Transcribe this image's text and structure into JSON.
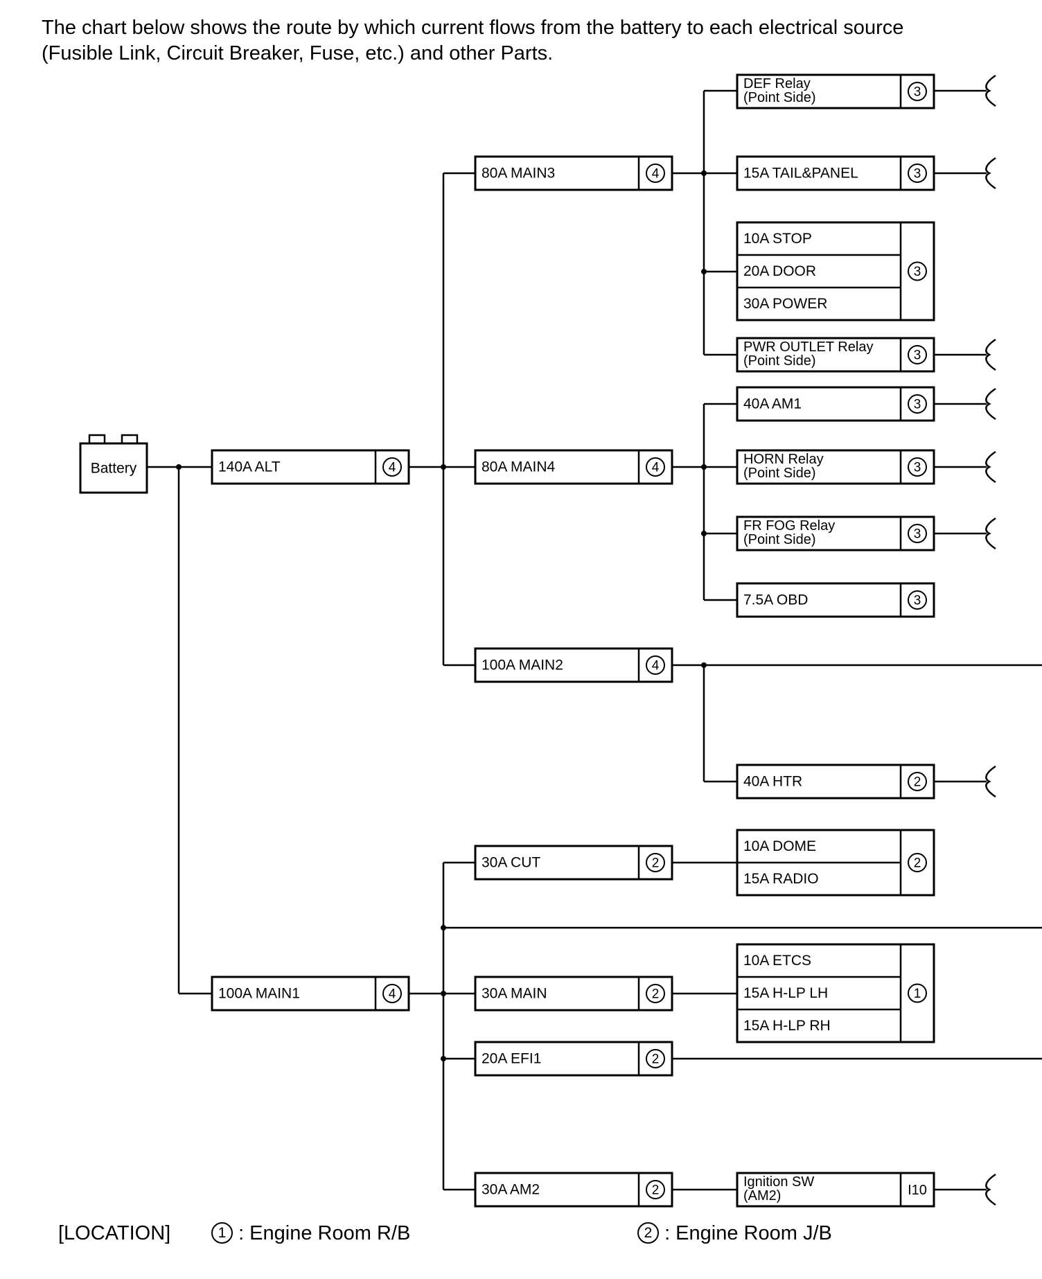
{
  "intro": {
    "line1": "The chart below shows the route by which current flows from the battery to each electrical source",
    "line2": "(Fusible Link, Circuit Breaker, Fuse, etc.) and other Parts."
  },
  "battery": {
    "label": "Battery"
  },
  "main_links": [
    {
      "id": "alt",
      "label": "140A ALT",
      "location": "4"
    },
    {
      "id": "main1",
      "label": "100A MAIN1",
      "location": "4"
    }
  ],
  "second_links": [
    {
      "id": "main3",
      "label": "80A MAIN3",
      "location": "4"
    },
    {
      "id": "main4",
      "label": "80A MAIN4",
      "location": "4"
    },
    {
      "id": "main2",
      "label": "100A MAIN2",
      "location": "4"
    },
    {
      "id": "cut",
      "label": "30A CUT",
      "location": "2"
    },
    {
      "id": "main",
      "label": "30A MAIN",
      "location": "2"
    },
    {
      "id": "efi1",
      "label": "20A EFI1",
      "location": "2"
    },
    {
      "id": "am2",
      "label": "30A AM2",
      "location": "2"
    }
  ],
  "loads": [
    {
      "id": "def",
      "lines": [
        "DEF Relay",
        "(Point Side)"
      ],
      "location": "3"
    },
    {
      "id": "tail",
      "lines": [
        "15A TAIL&PANEL"
      ],
      "location": "3"
    },
    {
      "id": "stop",
      "lines": [
        "10A STOP"
      ]
    },
    {
      "id": "door",
      "lines": [
        "20A DOOR"
      ]
    },
    {
      "id": "power",
      "lines": [
        "30A POWER"
      ]
    },
    {
      "id": "pwr",
      "lines": [
        "PWR OUTLET Relay",
        "(Point Side)"
      ],
      "location": "3"
    },
    {
      "id": "am1",
      "lines": [
        "40A AM1"
      ],
      "location": "3"
    },
    {
      "id": "horn",
      "lines": [
        "HORN Relay",
        "(Point Side)"
      ],
      "location": "3"
    },
    {
      "id": "fog",
      "lines": [
        "FR FOG Relay",
        "(Point Side)"
      ],
      "location": "3"
    },
    {
      "id": "obd",
      "lines": [
        "7.5A OBD"
      ],
      "location": "3"
    },
    {
      "id": "htr",
      "lines": [
        "40A HTR"
      ],
      "location": "2"
    },
    {
      "id": "dome",
      "lines": [
        "10A DOME"
      ]
    },
    {
      "id": "radio",
      "lines": [
        "15A RADIO"
      ]
    },
    {
      "id": "etcs",
      "lines": [
        "10A ETCS"
      ]
    },
    {
      "id": "hlplh",
      "lines": [
        "15A H-LP LH"
      ]
    },
    {
      "id": "hlprh",
      "lines": [
        "15A H-LP RH"
      ]
    },
    {
      "id": "ign",
      "lines": [
        "Ignition SW",
        "(AM2)"
      ],
      "location": "I10"
    }
  ],
  "groups": [
    {
      "id": "stopgroup",
      "location": "3"
    },
    {
      "id": "domegroup",
      "location": "2"
    },
    {
      "id": "etcsgroup",
      "location": "1"
    }
  ],
  "location_legend": {
    "heading": "[LOCATION]",
    "items": [
      {
        "number": "1",
        "text": ": Engine Room R/B"
      },
      {
        "number": "2",
        "text": ": Engine Room J/B"
      }
    ]
  }
}
